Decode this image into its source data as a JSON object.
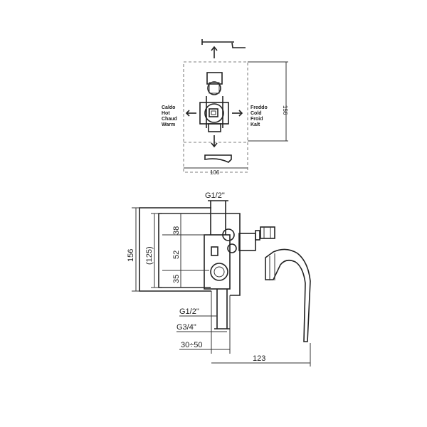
{
  "top_view": {
    "hot_labels": [
      "Caldo",
      "Hot",
      "Chaud",
      "Warm"
    ],
    "cold_labels": [
      "Freddo",
      "Cold",
      "Froid",
      "Kalt"
    ],
    "dim_width": "106",
    "dim_height": "156"
  },
  "side_view": {
    "thread_top": "G1/2\"",
    "dim_total_height": "156",
    "dim_inner_height": "(125)",
    "dim_upper": "38",
    "dim_mid": "52",
    "dim_lower": "35",
    "thread_half": "G1/2\"",
    "thread_three_quarter": "G3/4\"",
    "depth_range": "30÷50",
    "dim_handle_depth": "123"
  }
}
